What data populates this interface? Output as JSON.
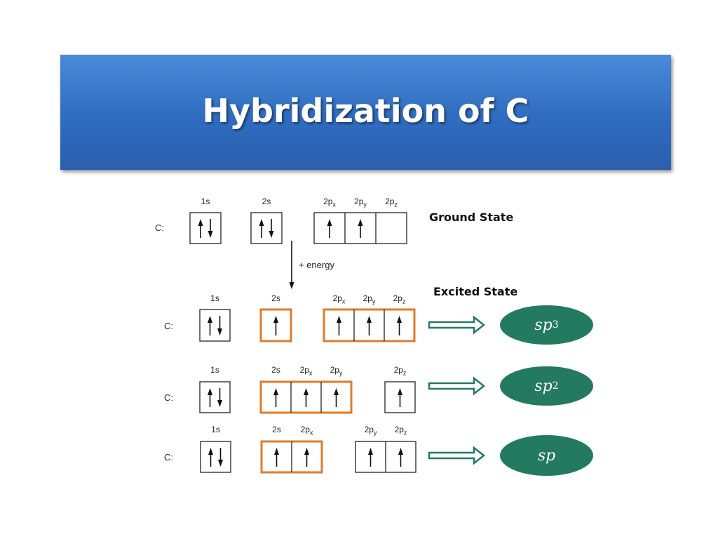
{
  "title": "Hybridization of C",
  "ground_state_label": "Ground State",
  "excited_state_label": "Excited State",
  "energy_label": "+ energy",
  "colors": {
    "hybrid_box": "#e07b2a",
    "ellipse": "#237a5e",
    "banner": "#3a78cc"
  },
  "rows": [
    {
      "label": "C:",
      "groups": [
        {
          "hybrid": false,
          "cells": [
            {
              "orb": "1s",
              "sub": "",
              "e": "updown"
            }
          ]
        },
        {
          "hybrid": false,
          "cells": [
            {
              "orb": "2s",
              "sub": "",
              "e": "updown"
            }
          ]
        },
        {
          "hybrid": false,
          "cells": [
            {
              "orb": "2p",
              "sub": "x",
              "e": "up"
            },
            {
              "orb": "2p",
              "sub": "y",
              "e": "up"
            },
            {
              "orb": "2p",
              "sub": "z",
              "e": "empty"
            }
          ]
        }
      ]
    },
    {
      "label": "C:",
      "result": {
        "base": "sp",
        "sup": "3"
      },
      "groups": [
        {
          "hybrid": false,
          "cells": [
            {
              "orb": "1s",
              "sub": "",
              "e": "updown"
            }
          ]
        },
        {
          "hybrid": true,
          "cells": [
            {
              "orb": "2s",
              "sub": "",
              "e": "up"
            }
          ]
        },
        {
          "hybrid": true,
          "cells": [
            {
              "orb": "2p",
              "sub": "x",
              "e": "up"
            },
            {
              "orb": "2p",
              "sub": "y",
              "e": "up"
            },
            {
              "orb": "2p",
              "sub": "z",
              "e": "up"
            }
          ]
        }
      ]
    },
    {
      "label": "C:",
      "result": {
        "base": "sp",
        "sup": "2"
      },
      "groups": [
        {
          "hybrid": false,
          "cells": [
            {
              "orb": "1s",
              "sub": "",
              "e": "updown"
            }
          ]
        },
        {
          "hybrid": true,
          "cells": [
            {
              "orb": "2s",
              "sub": "",
              "e": "up"
            },
            {
              "orb": "2p",
              "sub": "x",
              "e": "up"
            },
            {
              "orb": "2p",
              "sub": "y",
              "e": "up"
            }
          ]
        },
        {
          "hybrid": false,
          "cells": [
            {
              "orb": "2p",
              "sub": "z",
              "e": "up"
            }
          ]
        }
      ]
    },
    {
      "label": "C:",
      "result": {
        "base": "sp",
        "sup": ""
      },
      "groups": [
        {
          "hybrid": false,
          "cells": [
            {
              "orb": "1s",
              "sub": "",
              "e": "updown"
            }
          ]
        },
        {
          "hybrid": true,
          "cells": [
            {
              "orb": "2s",
              "sub": "",
              "e": "up"
            },
            {
              "orb": "2p",
              "sub": "x",
              "e": "up"
            }
          ]
        },
        {
          "hybrid": false,
          "cells": [
            {
              "orb": "2p",
              "sub": "y",
              "e": "up"
            },
            {
              "orb": "2p",
              "sub": "z",
              "e": "up"
            }
          ]
        }
      ]
    }
  ]
}
